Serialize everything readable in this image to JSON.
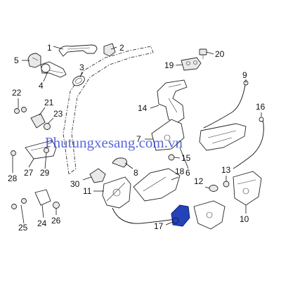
{
  "watermark": "Phutungxesang.com.vn",
  "callouts": {
    "c1": "1",
    "c2": "2",
    "c3": "3",
    "c4": "4",
    "c5": "5",
    "c6": "6",
    "c7": "7",
    "c8": "8",
    "c9": "9",
    "c10": "10",
    "c11": "11",
    "c12": "12",
    "c13": "13",
    "c14": "14",
    "c15": "15",
    "c16": "16",
    "c17": "17",
    "c18": "18",
    "c19": "19",
    "c20": "20",
    "c21": "21",
    "c22": "22",
    "c23": "23",
    "c24": "24",
    "c25": "25",
    "c26": "26",
    "c27": "27",
    "c28": "28",
    "c29": "29",
    "c30": "30"
  },
  "colors": {
    "highlight": "#2443b8",
    "watermark": "#1a2fd0",
    "line": "#111111"
  }
}
